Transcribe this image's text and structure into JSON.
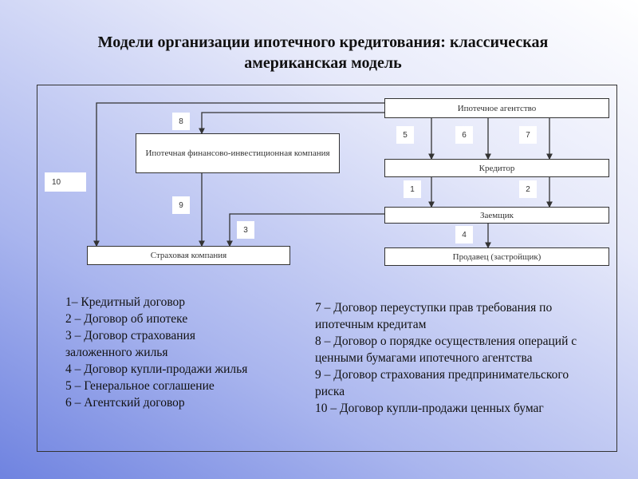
{
  "title": "Модели организации ипотечного  кредитования: классическая американская модель",
  "boxes": {
    "agency": "Ипотечное агентство",
    "creditor": "Кредитор",
    "borrower": "Заемщик",
    "seller": "Продавец (застройщик)",
    "ific": "Ипотечная финансово-инвестиционная компания",
    "insurance": "Страховая компания"
  },
  "labels": [
    "1",
    "2",
    "3",
    "4",
    "5",
    "6",
    "7",
    "8",
    "9",
    "10"
  ],
  "legend_left": [
    "1– Кредитный договор",
    "2 – Договор об ипотеке",
    "3 – Договор страхования заложенного жилья",
    "4 – Договор купли-продажи жилья",
    "5 – Генеральное соглашение",
    "6 – Агентский договор"
  ],
  "legend_right": [
    "7 – Договор переуступки прав требования по ипотечным кредитам",
    "8 – Договор о порядке осуществления операций с ценными бумагами ипотечного агентства",
    "9 – Договор страхования предпринимательского риска",
    "10 – Договор купли-продажи ценных бумаг"
  ]
}
